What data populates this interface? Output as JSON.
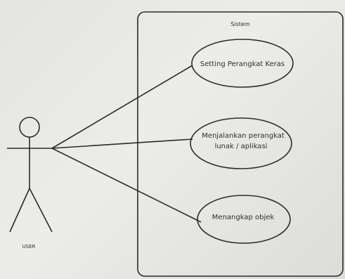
{
  "system": {
    "title": "Sistem"
  },
  "actor": {
    "label": "USER"
  },
  "use_cases": [
    {
      "lines": [
        "Setting Perangkat Keras"
      ]
    },
    {
      "lines": [
        "Menjalankan perangkat",
        "lunak / aplikasi"
      ]
    },
    {
      "lines": [
        "Menangkap objek"
      ]
    }
  ]
}
